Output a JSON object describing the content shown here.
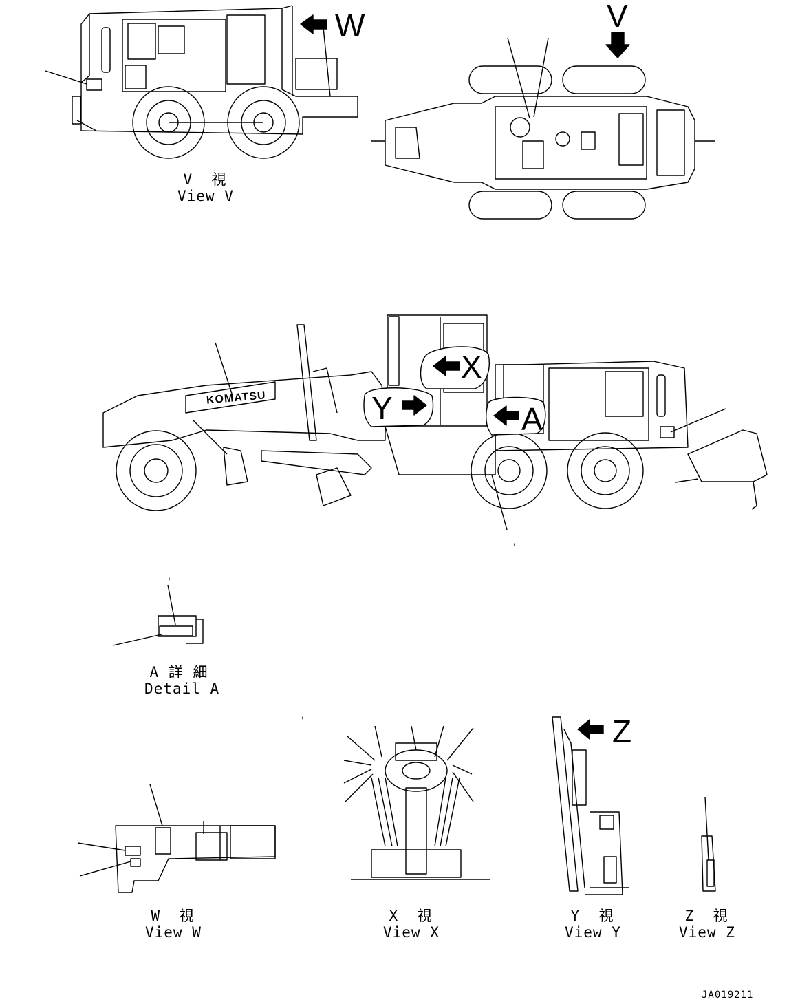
{
  "views": {
    "v": {
      "jp": "V  視",
      "en": "View V"
    },
    "w": {
      "jp": "W  視",
      "en": "View W"
    },
    "x": {
      "jp": "X  視",
      "en": "View X"
    },
    "y": {
      "jp": "Y  視",
      "en": "View Y"
    },
    "z": {
      "jp": "Z  視",
      "en": "View Z"
    },
    "detail_a": {
      "jp": "A 詳 細",
      "en": "Detail A"
    }
  },
  "arrow_letters": {
    "w": "W",
    "v": "V",
    "x": "X",
    "y": "Y",
    "a": "A",
    "z": "Z"
  },
  "brand": "KOMATSU",
  "drawing_code": "JA019211",
  "tick_mark": "'"
}
